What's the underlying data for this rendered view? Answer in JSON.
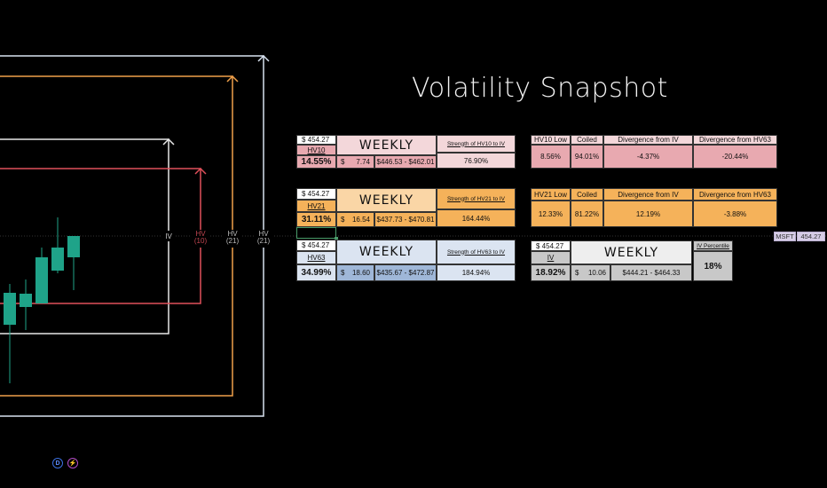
{
  "title": "Volatility Snapshot",
  "ticker": {
    "symbol": "MSFT",
    "price": "454.27"
  },
  "colors": {
    "hv10": "#e8a9b0",
    "hv10_light": "#f3d7da",
    "hv21": "#f5b25a",
    "hv21_light": "#fad6a6",
    "hv63": "#9fb7d8",
    "hv63_light": "#dbe4f1",
    "iv": "#c8c8c8",
    "iv_light": "#eeeeee",
    "candle": "#1fa389"
  },
  "chart_labels": {
    "iv": "IV",
    "hv10_a": "HV",
    "hv10_b": "(10)",
    "hv21_a": "HV",
    "hv21_b": "(21)",
    "hv63_a": "HV",
    "hv63_b": "(21)"
  },
  "candles": [
    {
      "open": 366,
      "close": 330,
      "high": 320,
      "low": 432
    },
    {
      "open": 346,
      "close": 331,
      "high": 315,
      "low": 372
    },
    {
      "open": 342,
      "close": 290,
      "high": 279,
      "low": 342
    },
    {
      "open": 305,
      "close": 279,
      "high": 245,
      "low": 308
    },
    {
      "open": 290,
      "close": 266,
      "high": 266,
      "low": 327
    }
  ],
  "hv10": {
    "price": "$  454.27",
    "label": "HV10",
    "value": "14.55%",
    "period": "WEEKLY",
    "dollar_sign": "$",
    "move": "7.74",
    "range": "$446.53 - $462.01",
    "strength_label": "Strength of HV10 to IV",
    "strength_value": "76.90%",
    "low_label": "HV10 Low",
    "coiled_label": "Coiled",
    "low_value": "8.56%",
    "coiled_value": "94.01%",
    "div_iv_label": "Divergence from IV",
    "div_iv_value": "-4.37%",
    "div_hv63_label": "Divergence from HV63",
    "div_hv63_value": "-20.44%"
  },
  "hv21": {
    "price": "$  454.27",
    "label": "HV21",
    "value": "31.11%",
    "period": "WEEKLY",
    "dollar_sign": "$",
    "move": "16.54",
    "range": "$437.73 - $470.81",
    "strength_label": "Strength of HV21 to IV",
    "strength_value": "164.44%",
    "low_label": "HV21 Low",
    "coiled_label": "Coiled",
    "low_value": "12.33%",
    "coiled_value": "81.22%",
    "div_iv_label": "Divergence from IV",
    "div_iv_value": "12.19%",
    "div_hv63_label": "Divergence from HV63",
    "div_hv63_value": "-3.88%"
  },
  "hv63": {
    "price": "$  454.27",
    "label": "HV63",
    "value": "34.99%",
    "period": "WEEKLY",
    "dollar_sign": "$",
    "move": "18.60",
    "range": "$435.67 - $472.87",
    "strength_label": "Strength of HV63 to IV",
    "strength_value": "184.94%"
  },
  "iv": {
    "price": "$  454.27",
    "label": "IV",
    "value": "18.92%",
    "period": "WEEKLY",
    "dollar_sign": "$",
    "move": "10.06",
    "range": "$444.21 - $464.33",
    "percentile_label": "IV Percentile",
    "percentile_value": "18%"
  },
  "badges": {
    "d": "D",
    "bolt": "⚡"
  }
}
